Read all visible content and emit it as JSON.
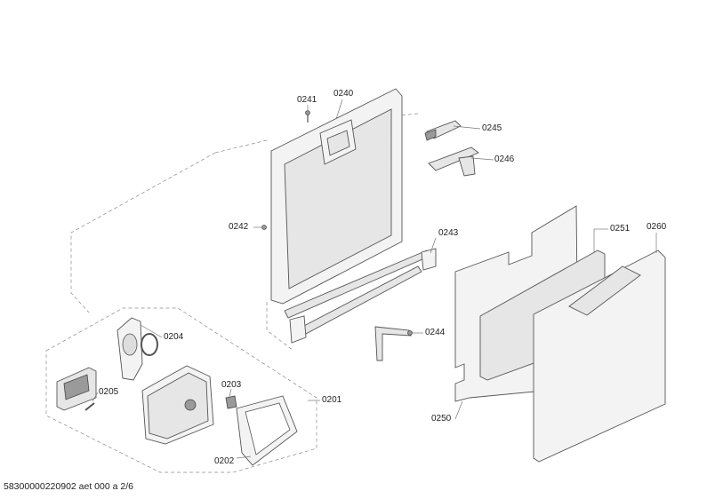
{
  "parts": [
    {
      "id": "p0240",
      "label": "0240"
    },
    {
      "id": "p0241",
      "label": "0241"
    },
    {
      "id": "p0242",
      "label": "0242"
    },
    {
      "id": "p0243",
      "label": "0243"
    },
    {
      "id": "p0244",
      "label": "0244"
    },
    {
      "id": "p0245",
      "label": "0245"
    },
    {
      "id": "p0246",
      "label": "0246"
    },
    {
      "id": "p0250",
      "label": "0250"
    },
    {
      "id": "p0251",
      "label": "0251"
    },
    {
      "id": "p0260",
      "label": "0260"
    },
    {
      "id": "p0201",
      "label": "0201"
    },
    {
      "id": "p0202",
      "label": "0202"
    },
    {
      "id": "p0203",
      "label": "0203"
    },
    {
      "id": "p0204",
      "label": "0204"
    },
    {
      "id": "p0205",
      "label": "0205"
    }
  ],
  "footer": {
    "code": "58300000220902 aet 000 a 2/6"
  }
}
